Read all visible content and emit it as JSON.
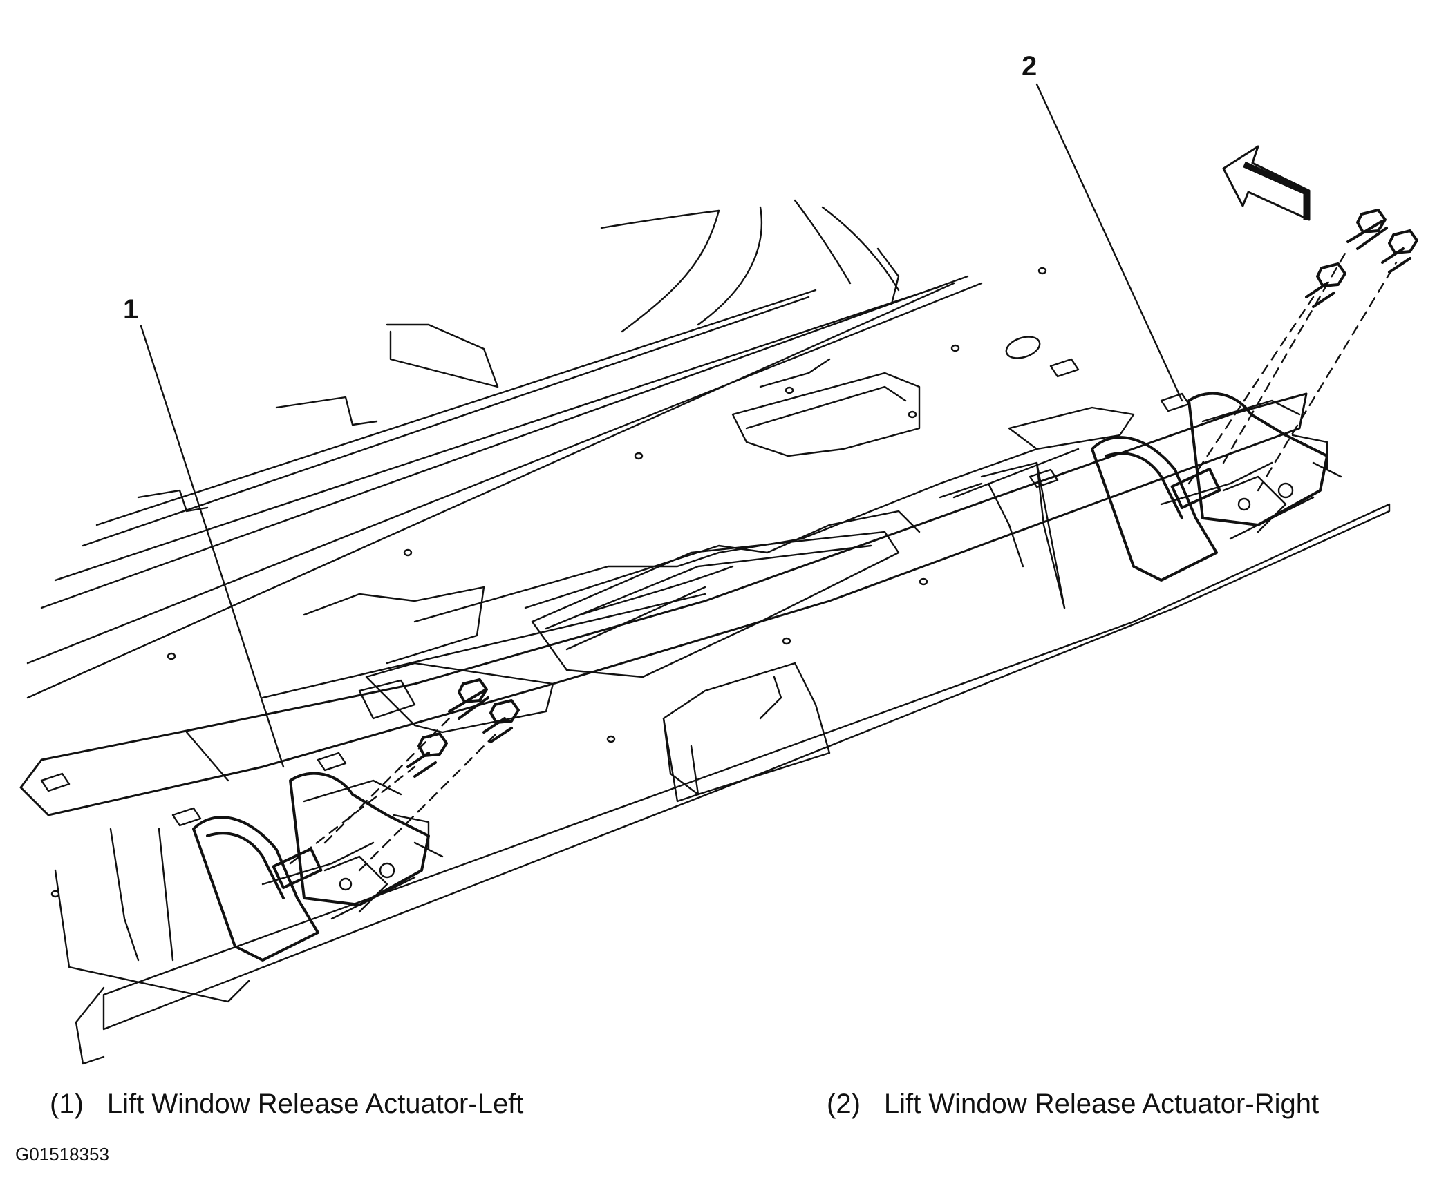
{
  "callouts": [
    {
      "number": "1",
      "label": "Lift Window Release Actuator-Left"
    },
    {
      "number": "2",
      "label": "Lift Window Release Actuator-Right"
    }
  ],
  "legend": [
    {
      "index": "(1)",
      "text": "Lift Window Release Actuator-Left"
    },
    {
      "index": "(2)",
      "text": "Lift Window Release Actuator-Right"
    }
  ],
  "figure_id": "G01518353",
  "colors": {
    "line": "#111111",
    "background": "#ffffff"
  },
  "icons": [
    "direction-arrow-icon",
    "bolt-icon"
  ]
}
